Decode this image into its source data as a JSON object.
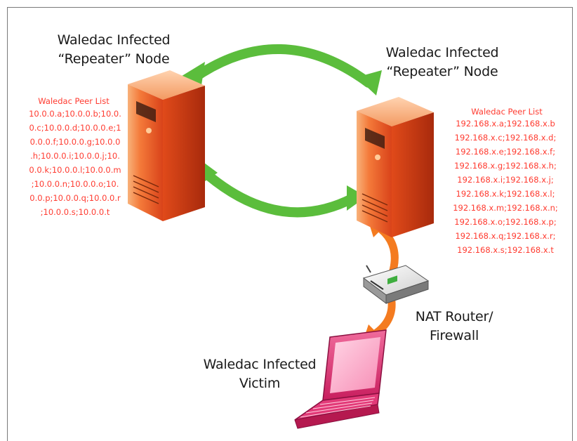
{
  "labels": {
    "repeater_left_line1": "Waledac Infected",
    "repeater_left_line2": "“Repeater” Node",
    "repeater_right_line1": "Waledac Infected",
    "repeater_right_line2": "“Repeater” Node",
    "router_line1": "NAT Router/",
    "router_line2": "Firewall",
    "victim_line1": "Waledac Infected",
    "victim_line2": "Victim"
  },
  "peer_list_left": {
    "title": "Waledac Peer List",
    "lines": [
      "10.0.0.a;10.0.0.b;10.0.",
      "0.c;10.0.0.d;10.0.0.e;1",
      "0.0.0.f;10.0.0.g;10.0.0",
      ".h;10.0.0.i;10.0.0.j;10.",
      "0.0.k;10.0.0.l;10.0.0.m",
      ";10.0.0.n;10.0.0.o;10.",
      "0.0.p;10.0.0.q;10.0.0.r",
      ";10.0.0.s;10.0.0.t"
    ]
  },
  "peer_list_right": {
    "title": "Waledac Peer List",
    "lines": [
      "192.168.x.a;192.168.x.b",
      "192.168.x.c;192.168.x.d;",
      "192.168.x.e;192.168.x.f;",
      "192.168.x.g;192.168.x.h;",
      "192.168.x.i;192.168.x.j;",
      "192.168.x.k;192.168.x.l;",
      "192.168.x.m;192.168.x.n;",
      "192.168.x.o;192.168.x.p;",
      "192.168.x.q;192.168.x.r;",
      "192.168.x.s;192.168.x.t"
    ]
  },
  "colors": {
    "peer_text": "#ff3b30",
    "green_arrow": "#5bbd3c",
    "orange_arrow": "#f47b20",
    "server_body": "#f05a24",
    "laptop_body": "#e83a7a",
    "label_text": "#1a1a1a"
  },
  "icons": {
    "server_left": "server-tower-icon",
    "server_right": "server-tower-icon",
    "router": "network-router-icon",
    "victim": "laptop-icon"
  }
}
